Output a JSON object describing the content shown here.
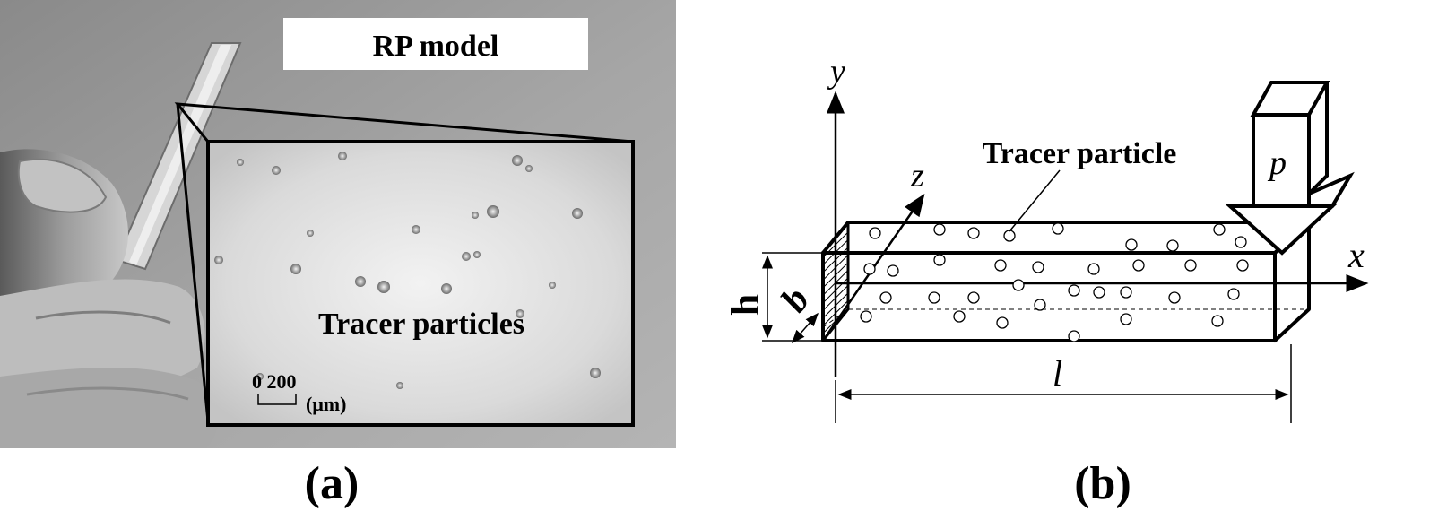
{
  "panel_a": {
    "label_box": "RP model",
    "inset_label": "Tracer particles",
    "scale_ticks": "0 200",
    "scale_unit": "(μm)",
    "caption": "(a)"
  },
  "panel_b": {
    "annotation": "Tracer particle",
    "axes": {
      "x": "x",
      "y": "y",
      "z": "z"
    },
    "dims": {
      "h": "h",
      "b": "b",
      "l": "l"
    },
    "load": "p",
    "caption": "(b)"
  },
  "colors": {
    "photo_bg": "#9a9a9a",
    "inset_bg": "#e2e2e2",
    "line": "#000000"
  }
}
